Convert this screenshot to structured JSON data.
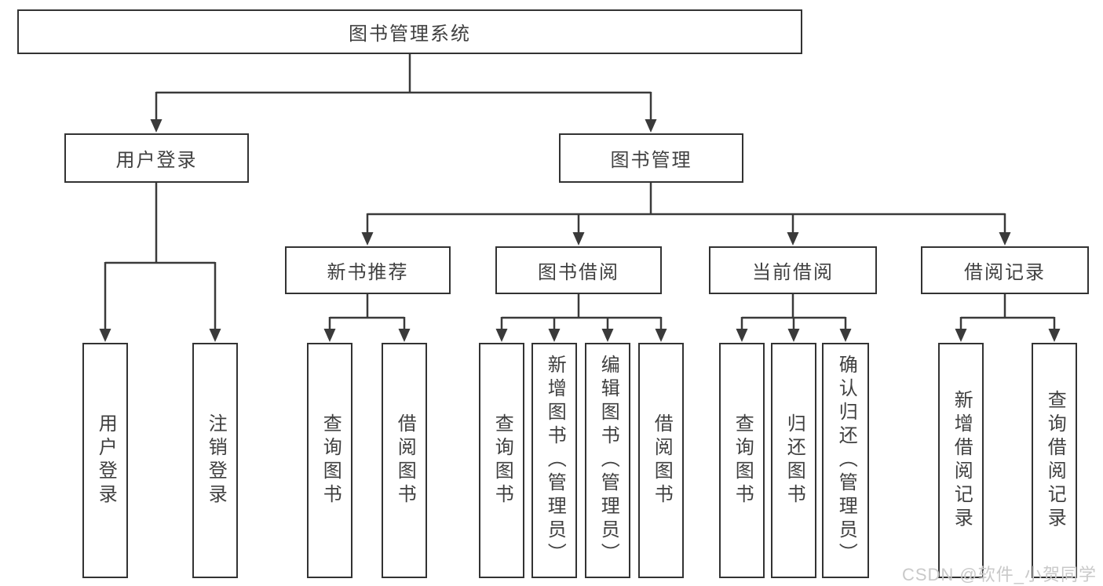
{
  "tree": {
    "root": "图书管理系统",
    "branches": [
      {
        "label": "用户登录",
        "children": [
          "用户登录",
          "注销登录"
        ]
      },
      {
        "label": "图书管理",
        "sections": [
          {
            "label": "新书推荐",
            "children": [
              "查询图书",
              "借阅图书"
            ]
          },
          {
            "label": "图书借阅",
            "children": [
              "查询图书",
              "新增图书（管理员）",
              "编辑图书（管理员）",
              "借阅图书"
            ]
          },
          {
            "label": "当前借阅",
            "children": [
              "查询图书",
              "归还图书",
              "确认归还（管理员）"
            ]
          },
          {
            "label": "借阅记录",
            "children": [
              "新增借阅记录",
              "查询借阅记录"
            ]
          }
        ]
      }
    ]
  },
  "watermark": "CSDN @软件_小贺同学",
  "colors": {
    "line": "#3a3a3a",
    "text": "#404040",
    "background": "#ffffff",
    "watermark": "#c9c9c9"
  }
}
